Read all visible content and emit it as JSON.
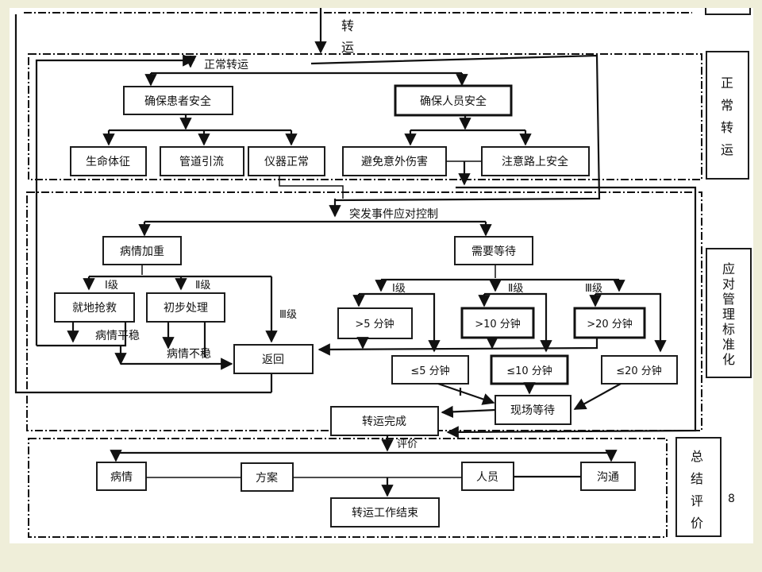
{
  "page_number": "8",
  "top_label": [
    "转",
    "运"
  ],
  "sections": {
    "normal": [
      "正",
      "常",
      "转",
      "运"
    ],
    "response": [
      "应",
      "对",
      "管",
      "理",
      "标",
      "准",
      "化"
    ],
    "summary": [
      "总",
      "结",
      "评",
      "价"
    ]
  },
  "normal": {
    "header": "正常转运",
    "patient_safety": "确保患者安全",
    "staff_safety": "确保人员安全",
    "vital_signs": "生命体征",
    "drainage": "管道引流",
    "equipment": "仪器正常",
    "avoid_injury": "避免意外伤害",
    "road_safety": "注意路上安全"
  },
  "response": {
    "header": "突发事件应对控制",
    "worsening": "病情加重",
    "need_wait": "需要等待",
    "level1": "Ⅰ级",
    "level2": "Ⅱ级",
    "level3": "Ⅲ级",
    "rescue": "就地抢救",
    "initial": "初步处理",
    "stable": "病情平稳",
    "unstable": "病情不稳",
    "return": "返回",
    "gt5": ">5 分钟",
    "gt10": ">10 分钟",
    "gt20": ">20 分钟",
    "le5": "≤5 分钟",
    "le10": "≤10 分钟",
    "le20": "≤20 分钟",
    "onsite_wait": "现场等待",
    "complete": "转运完成"
  },
  "summary": {
    "evaluation": "评价",
    "condition": "病情",
    "plan": "方案",
    "personnel": "人员",
    "communication": "沟通",
    "end": "转运工作结束"
  }
}
